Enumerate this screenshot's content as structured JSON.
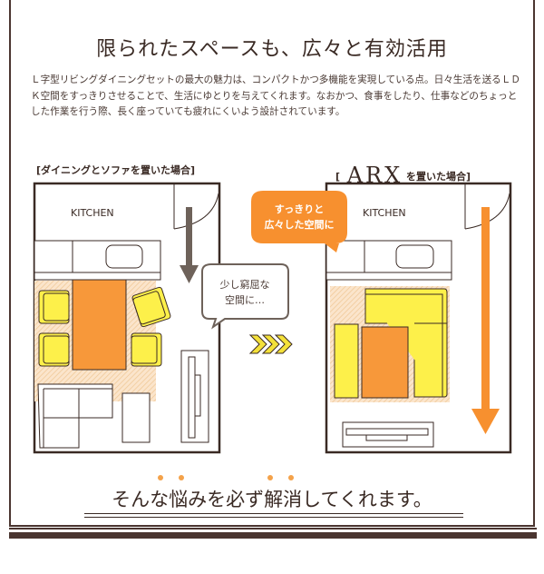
{
  "title": "限られたスペースも、広々と有効活用",
  "description": "Ｌ字型リビングダイニングセットの最大の魅力は、コンパクトかつ多機能を実現している点。日々生活を送るＬＤＫ空間をすっきりさせることで、生活にゆとりを与えてくれます。なおかつ、食事をしたり、仕事などのちょっとした作業を行う際、長く座っていても疲れにくいよう設計されています。",
  "left_plan": {
    "label": "[ダイニングとソファを置いた場合]",
    "kitchen": "KITCHEN",
    "bubble_line1": "少し窮屈な",
    "bubble_line2": "空間に…"
  },
  "right_plan": {
    "label_open": "[",
    "brand": "ARX",
    "label_rest": "を置いた場合]",
    "kitchen": "KITCHEN",
    "bubble_line1": "すっきりと",
    "bubble_line2": "広々した空間に"
  },
  "conclusion": "そんな悩みを必ず解消してくれます。",
  "colors": {
    "accent_orange": "#f7902f",
    "chair_yellow": "#fdf04a",
    "brown": "#4a3530",
    "grey_arrow": "#6e625a"
  }
}
